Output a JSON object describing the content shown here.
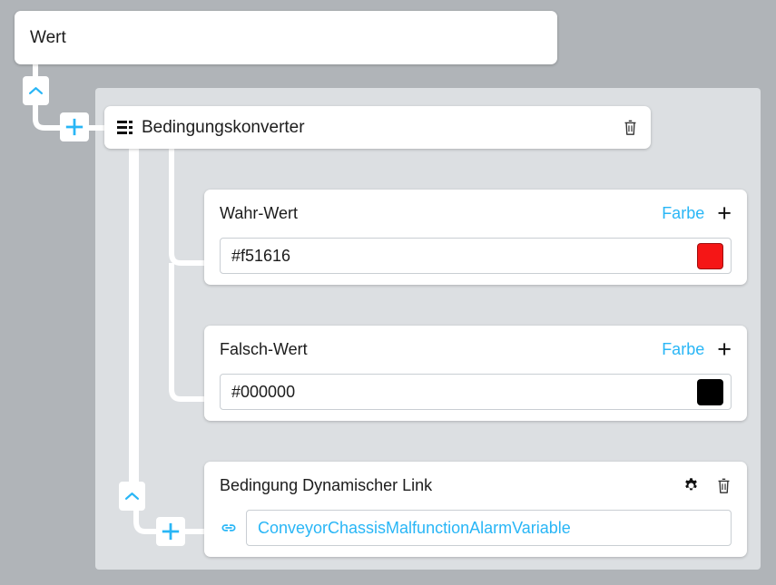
{
  "canvas": {
    "background": "#b0b4b8",
    "panel_background": "#dcdfe2",
    "accent_blue": "#29b6f6",
    "wire_color": "#ffffff"
  },
  "value_node": {
    "label": "Wert"
  },
  "connectors": {
    "top_collapse_icon": "chevron-up-icon",
    "top_add_icon": "plus-icon",
    "bottom_collapse_icon": "chevron-up-icon",
    "bottom_add_icon": "plus-icon"
  },
  "converter": {
    "icon": "list-settings-icon",
    "title": "Bedingungskonverter",
    "delete_icon": "trash-icon"
  },
  "cards": [
    {
      "name": "true-value",
      "title": "Wahr-Wert",
      "action_label": "Farbe",
      "add_icon": "plus-icon",
      "value": "#f51616",
      "swatch_color": "#f51616"
    },
    {
      "name": "false-value",
      "title": "Falsch-Wert",
      "action_label": "Farbe",
      "add_icon": "plus-icon",
      "value": "#000000",
      "swatch_color": "#000000"
    }
  ],
  "condition_link_card": {
    "title": "Bedingung Dynamischer Link",
    "settings_icon": "gear-icon",
    "delete_icon": "trash-icon",
    "link_icon": "link-icon",
    "value": "ConveyorChassisMalfunctionAlarmVariable"
  }
}
